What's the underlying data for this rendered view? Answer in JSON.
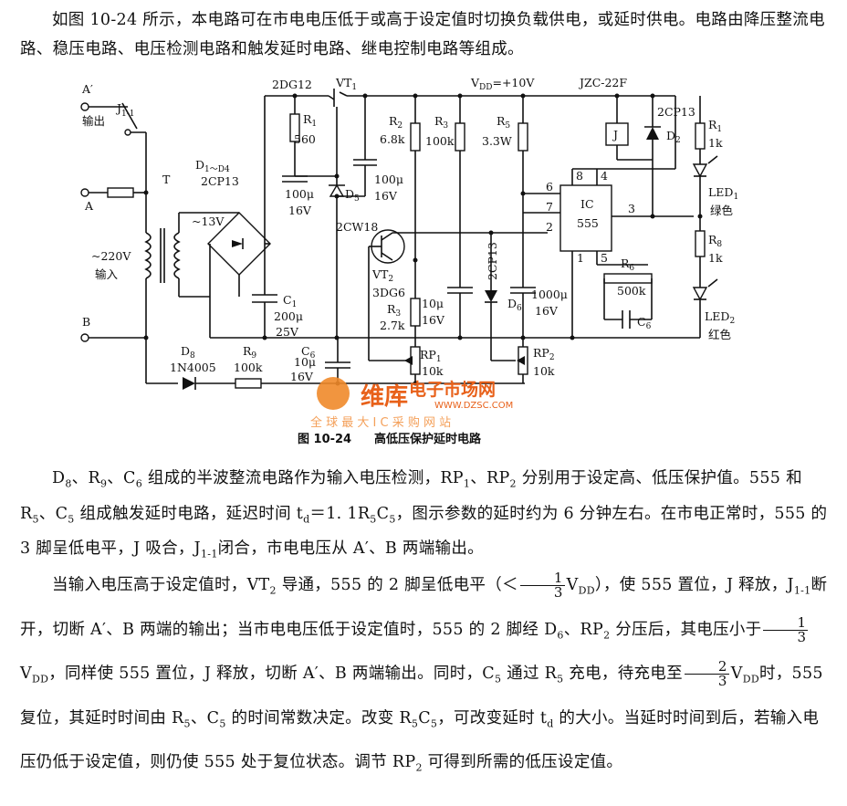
{
  "intro": "如图 10-24 所示，本电路可在市电电压低于或高于设定值时切换负载供电，或延时供电。电路由降压整流电路、稳压电路、电压检测电路和触发延时电路、继电控制电路等组成。",
  "figure": {
    "caption_number": "图 10-24",
    "caption_title": "高低压保护延时电路",
    "labels": {
      "A_prime": "A′",
      "output": "输出",
      "J11": "J",
      "J11_sub": "1-1",
      "A": "A",
      "B": "B",
      "T": "T",
      "input_voltage": "~220V",
      "input": "输入",
      "ac13": "~13V",
      "d1d4": "D",
      "d1d4_sub": "1～D",
      "d1d4_sub2": "4",
      "d1d4_part": "2CP13",
      "c1_name": "C",
      "c1_val": "200μ",
      "c1_v": "25V",
      "dg12": "2DG12",
      "vt1": "VT",
      "r1_name": "R",
      "r1_val": "560",
      "c2_val": "100μ",
      "c2_v": "16V",
      "d5": "D",
      "cw18": "2CW18",
      "r2_name": "R",
      "r2_val": "6.8k",
      "c3_val": "100μ",
      "c3_v": "16V",
      "r4_name": "R",
      "r4_val": "100k",
      "vdd": "V",
      "vdd_val": "=+10V",
      "r5_name": "R",
      "r5_val": "3.3W",
      "jzc": "JZC-22F",
      "j": "J",
      "cp13_d2": "2CP13",
      "d2": "D",
      "r7_name": "R",
      "r7_val": "1k",
      "led1_name": "LED",
      "led1_color": "绿色",
      "ic_name": "IC",
      "ic_part": "555",
      "pin8": "8",
      "pin4": "4",
      "pin6": "6",
      "pin7": "7",
      "pin2": "2",
      "pin3": "3",
      "pin1": "1",
      "pin5": "5",
      "r8_name": "R",
      "r8_val": "1k",
      "led2_name": "LED",
      "led2_color": "红色",
      "r6_name": "R",
      "r6_val": "500k",
      "c6_right": "C",
      "vt2": "VT",
      "dg6": "3DG6",
      "c4_val": "10μ",
      "c4_v": "16V",
      "r3_name": "R",
      "r3_val": "2.7k",
      "cp13_d6": "2CP13",
      "d6": "D",
      "c5_val": "1000μ",
      "c5_v": "16V",
      "rp1": "RP",
      "rp1_val": "10k",
      "rp2": "RP",
      "rp2_val": "10k",
      "d8": "D",
      "d8_part": "1N4005",
      "r9": "R",
      "r9_val": "100k",
      "c6_val": "10μ",
      "c6_v": "16V"
    },
    "watermark": {
      "brand": "维库",
      "brand_sub": "电子市场网",
      "url": "WWW.DZSC.COM",
      "tagline": "全 球 最 大 I C 采 购 网 站"
    }
  },
  "p2": {
    "a": "D",
    "b": "、R",
    "c": "、C",
    "d": " 组成的半波整流电路作为输入电压检测，RP",
    "e": "、RP",
    "f": " 分别用于设定高、低压保护值。555 和 R",
    "g": "、C",
    "h": " 组成触发延时电路，延迟时间 t",
    "i": "＝1. 1R",
    "j": "C",
    "k": "，图示参数的延时约为 6 分钟左右。在市电正常时，555 的 3 脚呈低电平，J 吸合，J",
    "l": "闭合，市电电压从 A′、B 两端输出。"
  },
  "p3": {
    "a": "当输入电压高于设定值时，VT",
    "b": " 导通，555 的 2 脚呈低电平（＜",
    "c": "V",
    "d": "），使 555 置位，J 释放，J",
    "e": "断开，切断 A′、B 两端的输出；当市电电压低于设定值时，555 的 2 脚经 D",
    "f": "、RP",
    "g": " 分压后，其电压小于",
    "h": "V",
    "i": "，同样使 555 置位，J 释放，切断 A′、B 两端输出。同时，C",
    "j": " 通过 R",
    "k": " 充电，待充电至",
    "l": "V",
    "m": "时，555 复位，其延时时间由 R",
    "n": "、C",
    "o": " 的时间常数决定。改变 R",
    "p": "C",
    "q": "，可改变延时 t",
    "r": " 的大小。当延时时间到后，若输入电压仍低于设定值，则仍使 555 处于复位状态。调节 RP",
    "s": " 可得到所需的低压设定值。"
  },
  "subs": {
    "s8": "8",
    "s9": "9",
    "s6": "6",
    "s1": "1",
    "s2": "2",
    "s5": "5",
    "sd": "d",
    "s11": "1-1",
    "sdd": "DD",
    "one": "1",
    "two": "2",
    "three": "3"
  }
}
